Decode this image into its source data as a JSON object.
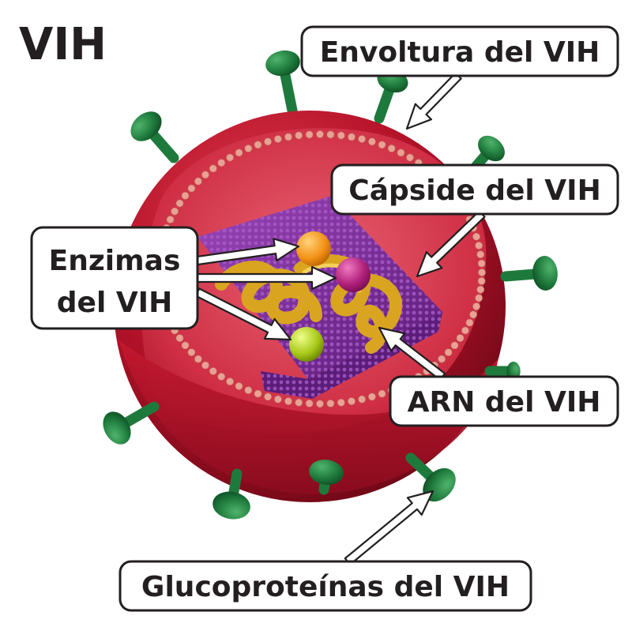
{
  "title": "VIH",
  "labels": {
    "envelope": "Envoltura del VIH",
    "capsid": "Cápside del VIH",
    "enzymes_line1": "Enzimas",
    "enzymes_line2": "del VIH",
    "rna": "ARN del VIH",
    "glycoproteins": "Glucoproteínas del VIH"
  },
  "colors": {
    "envelope": "#b5132a",
    "envelope_dark": "#7e0b1c",
    "interior": "#d23145",
    "bead": "#e8a193",
    "capsid": "#7a2b96",
    "capsid_dots": "#9a4fb8",
    "rna": "#d9a520",
    "glycoprotein": "#1e7a3c",
    "enzyme_orange": "#f39216",
    "enzyme_magenta": "#b0207a",
    "enzyme_green": "#a8c818",
    "text": "#231f20"
  },
  "icons": {
    "arrows": "hollow-white-callout-arrow"
  }
}
